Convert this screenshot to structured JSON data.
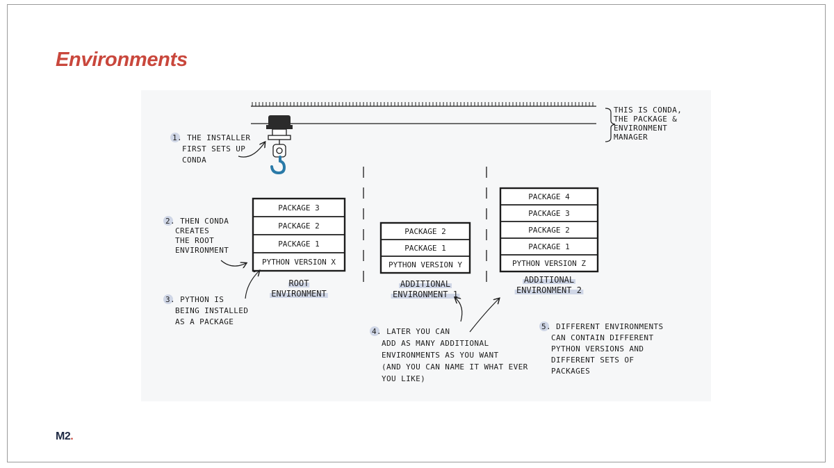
{
  "slide": {
    "title": "Environments",
    "logo": {
      "text": "M2",
      "dot": "."
    }
  },
  "colors": {
    "title": "#c9473c",
    "hook": "#2a7aa8",
    "crane_body": "#2b2b2b",
    "badge": "#cfd6e6",
    "logo": "#1f2a44"
  },
  "icons": [
    "crane-trolley-icon",
    "crane-hook-icon"
  ],
  "diagram": {
    "conda_label": [
      "THIS IS CONDA,",
      "THE PACKAGE &",
      "ENVIRONMENT",
      "MANAGER"
    ],
    "annotations": [
      {
        "num": "1",
        "lines": [
          "1. THE INSTALLER",
          "FIRST SETS UP",
          "CONDA"
        ]
      },
      {
        "num": "2",
        "lines": [
          "2. THEN CONDA",
          "CREATES",
          "THE ROOT",
          "ENVIRONMENT"
        ]
      },
      {
        "num": "3",
        "lines": [
          "3. PYTHON IS",
          "BEING INSTALLED",
          "AS A PACKAGE"
        ]
      },
      {
        "num": "4",
        "lines": [
          "4. LATER YOU CAN",
          "ADD AS MANY ADDITIONAL",
          "ENVIRONMENTS AS YOU WANT",
          "(AND YOU CAN NAME IT WHAT EVER",
          "YOU LIKE)"
        ]
      },
      {
        "num": "5",
        "lines": [
          "5. DIFFERENT ENVIRONMENTS",
          "CAN CONTAIN DIFFERENT",
          "PYTHON VERSIONS AND",
          "DIFFERENT SETS OF",
          "PACKAGES"
        ]
      }
    ],
    "environments": [
      {
        "label": [
          "ROOT",
          "ENVIRONMENT"
        ],
        "packages": [
          "PACKAGE 3",
          "PACKAGE 2",
          "PACKAGE 1",
          "PYTHON VERSION X"
        ]
      },
      {
        "label": [
          "ADDITIONAL",
          "ENVIRONMENT 1"
        ],
        "packages": [
          "PACKAGE 2",
          "PACKAGE 1",
          "PYTHON VERSION Y"
        ]
      },
      {
        "label": [
          "ADDITIONAL",
          "ENVIRONMENT 2"
        ],
        "packages": [
          "PACKAGE 4",
          "PACKAGE 3",
          "PACKAGE 2",
          "PACKAGE 1",
          "PYTHON VERSION Z"
        ]
      }
    ]
  }
}
